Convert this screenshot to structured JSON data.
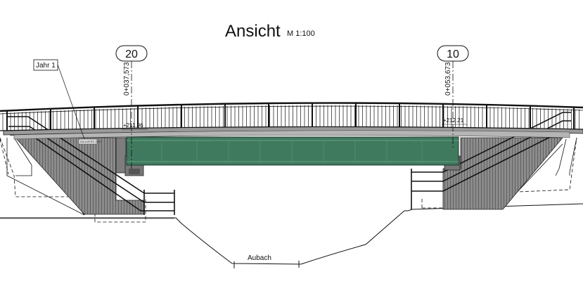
{
  "drawing": {
    "title": "Ansicht",
    "scale": "M 1:100"
  },
  "axes": [
    {
      "number": "20",
      "station": "0+037,573",
      "elevation": "+211.96"
    },
    {
      "number": "10",
      "station": "0+053,673",
      "elevation": "+212.21"
    }
  ],
  "labels": {
    "plate_tag": "Jahr 1",
    "plate_text": "BAUWERK 2020",
    "water": "Aubach"
  },
  "colors": {
    "girder": "#3f7a5e",
    "deck": "#9a9a9a",
    "abutment": "#555555",
    "lines": "#111111"
  }
}
